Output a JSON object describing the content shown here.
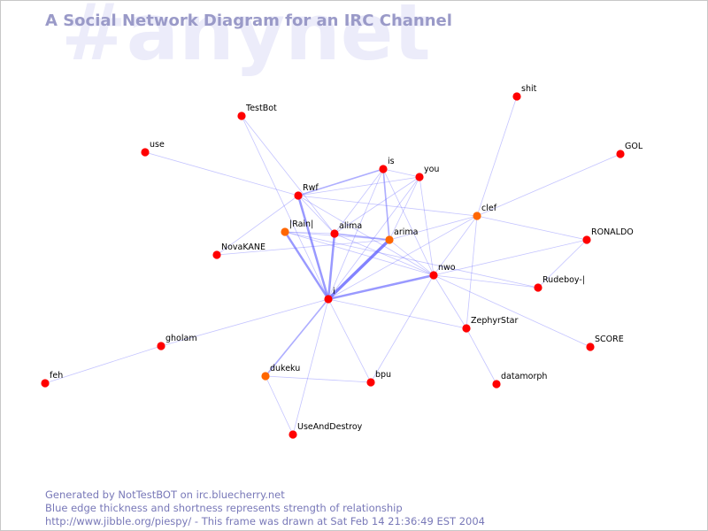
{
  "watermark": "#anynet",
  "title": "A Social Network Diagram for an IRC Channel",
  "colors": {
    "node": "#ff0000",
    "node_recent": "#ff6600",
    "edge": "#6464ff",
    "title": "#9a9ac8",
    "footer": "#7878b8",
    "watermark": "#ececfa"
  },
  "nodes": [
    {
      "id": "TestBot",
      "label": "TestBot",
      "active": false
    },
    {
      "id": "shit",
      "label": "shit",
      "active": false
    },
    {
      "id": "use",
      "label": "use",
      "active": false
    },
    {
      "id": "GOL",
      "label": "GOL",
      "active": false
    },
    {
      "id": "is",
      "label": "is",
      "active": false
    },
    {
      "id": "you",
      "label": "you",
      "active": false
    },
    {
      "id": "Rwf",
      "label": "Rwf",
      "active": false
    },
    {
      "id": "clef",
      "label": "clef",
      "active": true
    },
    {
      "id": "Rain",
      "label": "|Rain|",
      "active": true
    },
    {
      "id": "alima",
      "label": "alima",
      "active": false
    },
    {
      "id": "arima",
      "label": "arima",
      "active": true
    },
    {
      "id": "RONALDO",
      "label": "RONALDO",
      "active": false
    },
    {
      "id": "NovaKANE",
      "label": "NovaKANE",
      "active": false
    },
    {
      "id": "nwo",
      "label": "nwo",
      "active": false
    },
    {
      "id": "Rudeboy",
      "label": "Rudeboy-|",
      "active": false
    },
    {
      "id": "i",
      "label": "i",
      "active": false
    },
    {
      "id": "ZephyrStar",
      "label": "ZephyrStar",
      "active": false
    },
    {
      "id": "gholam",
      "label": "gholam",
      "active": false
    },
    {
      "id": "SCORE",
      "label": "SCORE",
      "active": false
    },
    {
      "id": "feh",
      "label": "feh",
      "active": false
    },
    {
      "id": "dukeku",
      "label": "dukeku",
      "active": true
    },
    {
      "id": "bpu",
      "label": "bpu",
      "active": false
    },
    {
      "id": "datamorph",
      "label": "datamorph",
      "active": false
    },
    {
      "id": "UseAndDestroy",
      "label": "UseAndDestroy",
      "active": false
    }
  ],
  "edges": [
    {
      "a": "i",
      "b": "arima",
      "strength": 4
    },
    {
      "a": "i",
      "b": "alima",
      "strength": 3
    },
    {
      "a": "i",
      "b": "Rwf",
      "strength": 3
    },
    {
      "a": "i",
      "b": "Rain",
      "strength": 3
    },
    {
      "a": "i",
      "b": "nwo",
      "strength": 3
    },
    {
      "a": "i",
      "b": "dukeku",
      "strength": 2
    },
    {
      "a": "i",
      "b": "bpu",
      "strength": 1
    },
    {
      "a": "i",
      "b": "gholam",
      "strength": 1
    },
    {
      "a": "i",
      "b": "UseAndDestroy",
      "strength": 1
    },
    {
      "a": "i",
      "b": "ZephyrStar",
      "strength": 1
    },
    {
      "a": "i",
      "b": "you",
      "strength": 1
    },
    {
      "a": "i",
      "b": "is",
      "strength": 1
    },
    {
      "a": "i",
      "b": "clef",
      "strength": 1
    },
    {
      "a": "Rwf",
      "b": "is",
      "strength": 2
    },
    {
      "a": "Rwf",
      "b": "you",
      "strength": 1
    },
    {
      "a": "Rwf",
      "b": "clef",
      "strength": 1
    },
    {
      "a": "Rwf",
      "b": "NovaKANE",
      "strength": 1
    },
    {
      "a": "Rwf",
      "b": "nwo",
      "strength": 1
    },
    {
      "a": "Rwf",
      "b": "alima",
      "strength": 1
    },
    {
      "a": "is",
      "b": "you",
      "strength": 1
    },
    {
      "a": "is",
      "b": "alima",
      "strength": 1
    },
    {
      "a": "is",
      "b": "arima",
      "strength": 2
    },
    {
      "a": "is",
      "b": "nwo",
      "strength": 1
    },
    {
      "a": "you",
      "b": "alima",
      "strength": 1
    },
    {
      "a": "you",
      "b": "arima",
      "strength": 1
    },
    {
      "a": "you",
      "b": "nwo",
      "strength": 1
    },
    {
      "a": "Rain",
      "b": "alima",
      "strength": 1
    },
    {
      "a": "Rain",
      "b": "arima",
      "strength": 1
    },
    {
      "a": "Rain",
      "b": "nwo",
      "strength": 1
    },
    {
      "a": "alima",
      "b": "arima",
      "strength": 2
    },
    {
      "a": "alima",
      "b": "nwo",
      "strength": 1
    },
    {
      "a": "arima",
      "b": "nwo",
      "strength": 1
    },
    {
      "a": "arima",
      "b": "clef",
      "strength": 1
    },
    {
      "a": "arima",
      "b": "NovaKANE",
      "strength": 1
    },
    {
      "a": "clef",
      "b": "shit",
      "strength": 1
    },
    {
      "a": "clef",
      "b": "GOL",
      "strength": 1
    },
    {
      "a": "clef",
      "b": "RONALDO",
      "strength": 1
    },
    {
      "a": "clef",
      "b": "nwo",
      "strength": 1
    },
    {
      "a": "clef",
      "b": "ZephyrStar",
      "strength": 1
    },
    {
      "a": "nwo",
      "b": "RONALDO",
      "strength": 1
    },
    {
      "a": "nwo",
      "b": "Rudeboy",
      "strength": 1
    },
    {
      "a": "nwo",
      "b": "SCORE",
      "strength": 1
    },
    {
      "a": "nwo",
      "b": "ZephyrStar",
      "strength": 1
    },
    {
      "a": "nwo",
      "b": "bpu",
      "strength": 1
    },
    {
      "a": "RONALDO",
      "b": "Rudeboy",
      "strength": 1
    },
    {
      "a": "ZephyrStar",
      "b": "datamorph",
      "strength": 1
    },
    {
      "a": "TestBot",
      "b": "i",
      "strength": 1
    },
    {
      "a": "TestBot",
      "b": "alima",
      "strength": 1
    },
    {
      "a": "use",
      "b": "Rwf",
      "strength": 1
    },
    {
      "a": "gholam",
      "b": "feh",
      "strength": 1
    },
    {
      "a": "dukeku",
      "b": "bpu",
      "strength": 1
    },
    {
      "a": "dukeku",
      "b": "UseAndDestroy",
      "strength": 1
    },
    {
      "a": "Rudeboy",
      "b": "Rain",
      "strength": 1
    }
  ],
  "footer": {
    "line1": "Generated by NotTestBOT on irc.bluecherry.net",
    "line2": "Blue edge thickness and shortness represents strength of relationship",
    "line3": "http://www.jibble.org/piespy/ - This frame was drawn at Sat Feb 14 21:36:49 EST 2004"
  }
}
